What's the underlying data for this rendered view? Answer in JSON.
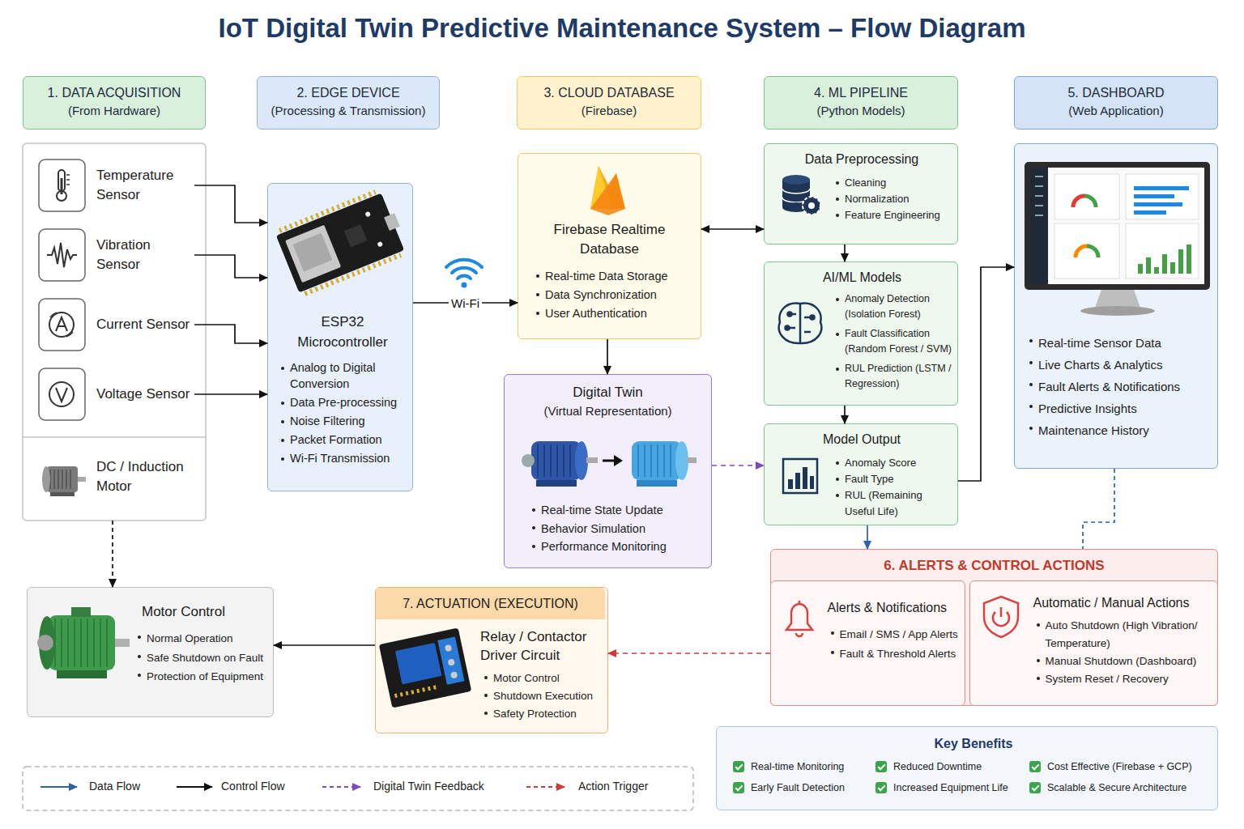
{
  "diagram": {
    "title": "IoT Digital Twin Predictive Maintenance System – Flow Diagram",
    "nodes": [
      {
        "text": [
          "1. DATA ACQUISITION",
          "(From Hardware)"
        ]
      },
      {
        "text": [
          "2. EDGE DEVICE",
          "(Processing & Transmission)"
        ]
      },
      {
        "text": [
          "3. CLOUD DATABASE",
          "(Firebase)"
        ]
      },
      {
        "text": [
          "4. ML PIPELINE",
          "(Python Models)"
        ]
      },
      {
        "text": [
          "5. DASHBOARD",
          "(Web Application)"
        ]
      },
      {
        "text": [
          "Temperature Sensor"
        ]
      },
      {
        "text": [
          "Vibration Sensor"
        ]
      },
      {
        "text": [
          "Current Sensor"
        ]
      },
      {
        "text": [
          "Voltage Sensor"
        ]
      },
      {
        "text": [
          "DC / Induction Motor"
        ]
      },
      {
        "text": [
          "ESP32 Microcontroller",
          "Analog to Digital Conversion",
          "Data Pre-processing",
          "Noise Filtering",
          "Packet Formation",
          "Wi-Fi Transmission"
        ]
      },
      {
        "text": [
          "Firebase Realtime Database",
          "Real-time Data Storage",
          "Data Synchronization",
          "User Authentication"
        ]
      },
      {
        "text": [
          "Digital Twin",
          "(Virtual Representation)",
          "Real-time State Update",
          "Behavior Simulation",
          "Performance Monitoring"
        ]
      },
      {
        "text": [
          "Data Preprocessing",
          "Cleaning",
          "Normalization",
          "Feature Engineering"
        ]
      },
      {
        "text": [
          "AI/ML Models",
          "Anomaly Detection (Isolation Forest)",
          "Fault Classification (Random Forest / SVM)",
          "RUL Prediction (LSTM / Regression)"
        ]
      },
      {
        "text": [
          "Model Output",
          "Anomaly Score",
          "Fault Type",
          "RUL (Remaining Useful Life)"
        ]
      },
      {
        "text": [
          "Real-time Sensor Data",
          "Live Charts & Analytics",
          "Fault Alerts & Notifications",
          "Predictive Insights",
          "Maintenance History"
        ]
      },
      {
        "text": [
          "6. ALERTS & CONTROL ACTIONS"
        ]
      },
      {
        "text": [
          "Alerts & Notifications",
          "Email / SMS / App Alerts",
          "Fault & Threshold Alerts"
        ],
        "in": 17
      },
      {
        "text": [
          "Automatic / Manual Actions",
          "Auto Shutdown (High Vibration/ Temperature)",
          "Manual Shutdown (Dashboard)",
          "System Reset / Recovery"
        ],
        "in": 17
      },
      {
        "text": [
          "7. ACTUATION (EXECUTION)",
          "Relay / Contactor Driver Circuit",
          "Motor Control",
          "Shutdown Execution",
          "Safety Protection"
        ]
      },
      {
        "text": [
          "Motor Control",
          "Normal Operation",
          "Safe Shutdown on Fault",
          "Protection of Equipment"
        ]
      },
      {
        "text": [
          "Key Benefits",
          "Real-time Monitoring",
          "Reduced Downtime",
          "Cost Effective (Firebase + GCP)",
          "Early Fault Detection",
          "Increased Equipment Life",
          "Scalable & Secure Architecture"
        ]
      }
    ],
    "edges": [
      {
        "from": 5,
        "to": 10,
        "arrow": "to"
      },
      {
        "from": 6,
        "to": 10,
        "arrow": "to"
      },
      {
        "from": 7,
        "to": 10,
        "arrow": "to"
      },
      {
        "from": 8,
        "to": 10,
        "arrow": "to"
      },
      {
        "from": 10,
        "to": 11,
        "label": "Wi-Fi",
        "arrow": "to"
      },
      {
        "from": 11,
        "to": 13,
        "arrow": "both"
      },
      {
        "from": 11,
        "to": 12,
        "arrow": "to"
      },
      {
        "from": 12,
        "to": 15,
        "arrow": "to"
      },
      {
        "from": 13,
        "to": 14,
        "arrow": "to"
      },
      {
        "from": 14,
        "to": 15,
        "arrow": "to"
      },
      {
        "from": 15,
        "to": 16,
        "arrow": "to"
      },
      {
        "from": 15,
        "to": 17,
        "arrow": "to"
      },
      {
        "from": 16,
        "to": 17,
        "arrow": "none"
      },
      {
        "from": 17,
        "to": 20,
        "arrow": "to"
      },
      {
        "from": 20,
        "to": 21,
        "arrow": "to"
      },
      {
        "from": 9,
        "to": 21,
        "arrow": "to"
      }
    ],
    "legend": [
      {
        "text": "Data Flow"
      },
      {
        "text": "Control Flow"
      },
      {
        "text": "Digital Twin Feedback"
      },
      {
        "text": "Action Trigger"
      }
    ]
  }
}
